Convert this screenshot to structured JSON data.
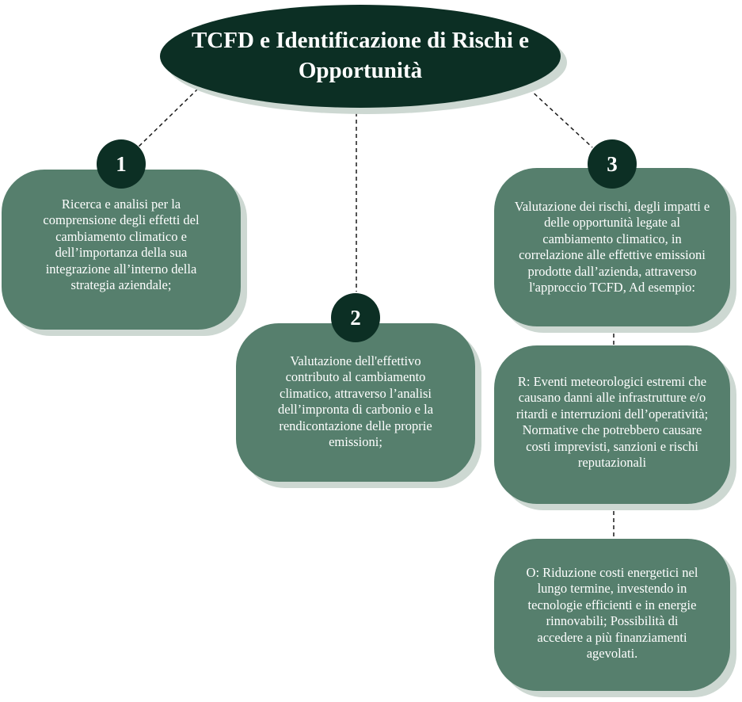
{
  "title": "TCFD e Identificazione di Rischi e Opportunità",
  "steps": [
    {
      "number": "1",
      "text": "Ricerca e analisi per la comprensione degli effetti del cambiamento climatico e dell’importanza della  sua integrazione all’interno della strategia aziendale;"
    },
    {
      "number": "2",
      "text": "Valutazione dell'effettivo contributo al cambiamento climatico, attraverso l’analisi dell’impronta di carbonio  e la rendicontazione delle proprie emissioni;"
    },
    {
      "number": "3",
      "text": "Valutazione dei rischi, degli impatti e delle opportunità legate al cambiamento climatico, in correlazione alle effettive emissioni prodotte dall’azienda, attraverso l'approccio TCFD, Ad esempio:"
    }
  ],
  "risks": "R: Eventi meteorologici estremi che causano danni alle infrastrutture e/o ritardi e interruzioni dell’operatività; Normative che potrebbero causare costi imprevisti, sanzioni e rischi reputazionali",
  "opportunities": "O: Riduzione costi energetici nel lungo termine, investendo in tecnologie efficienti e in energie rinnovabili; Possibilità di accedere a più finanziamenti agevolati.",
  "colors": {
    "dark_green": "#0c2f24",
    "box_green": "#567f6d",
    "shadow": "#cdd8d2"
  }
}
